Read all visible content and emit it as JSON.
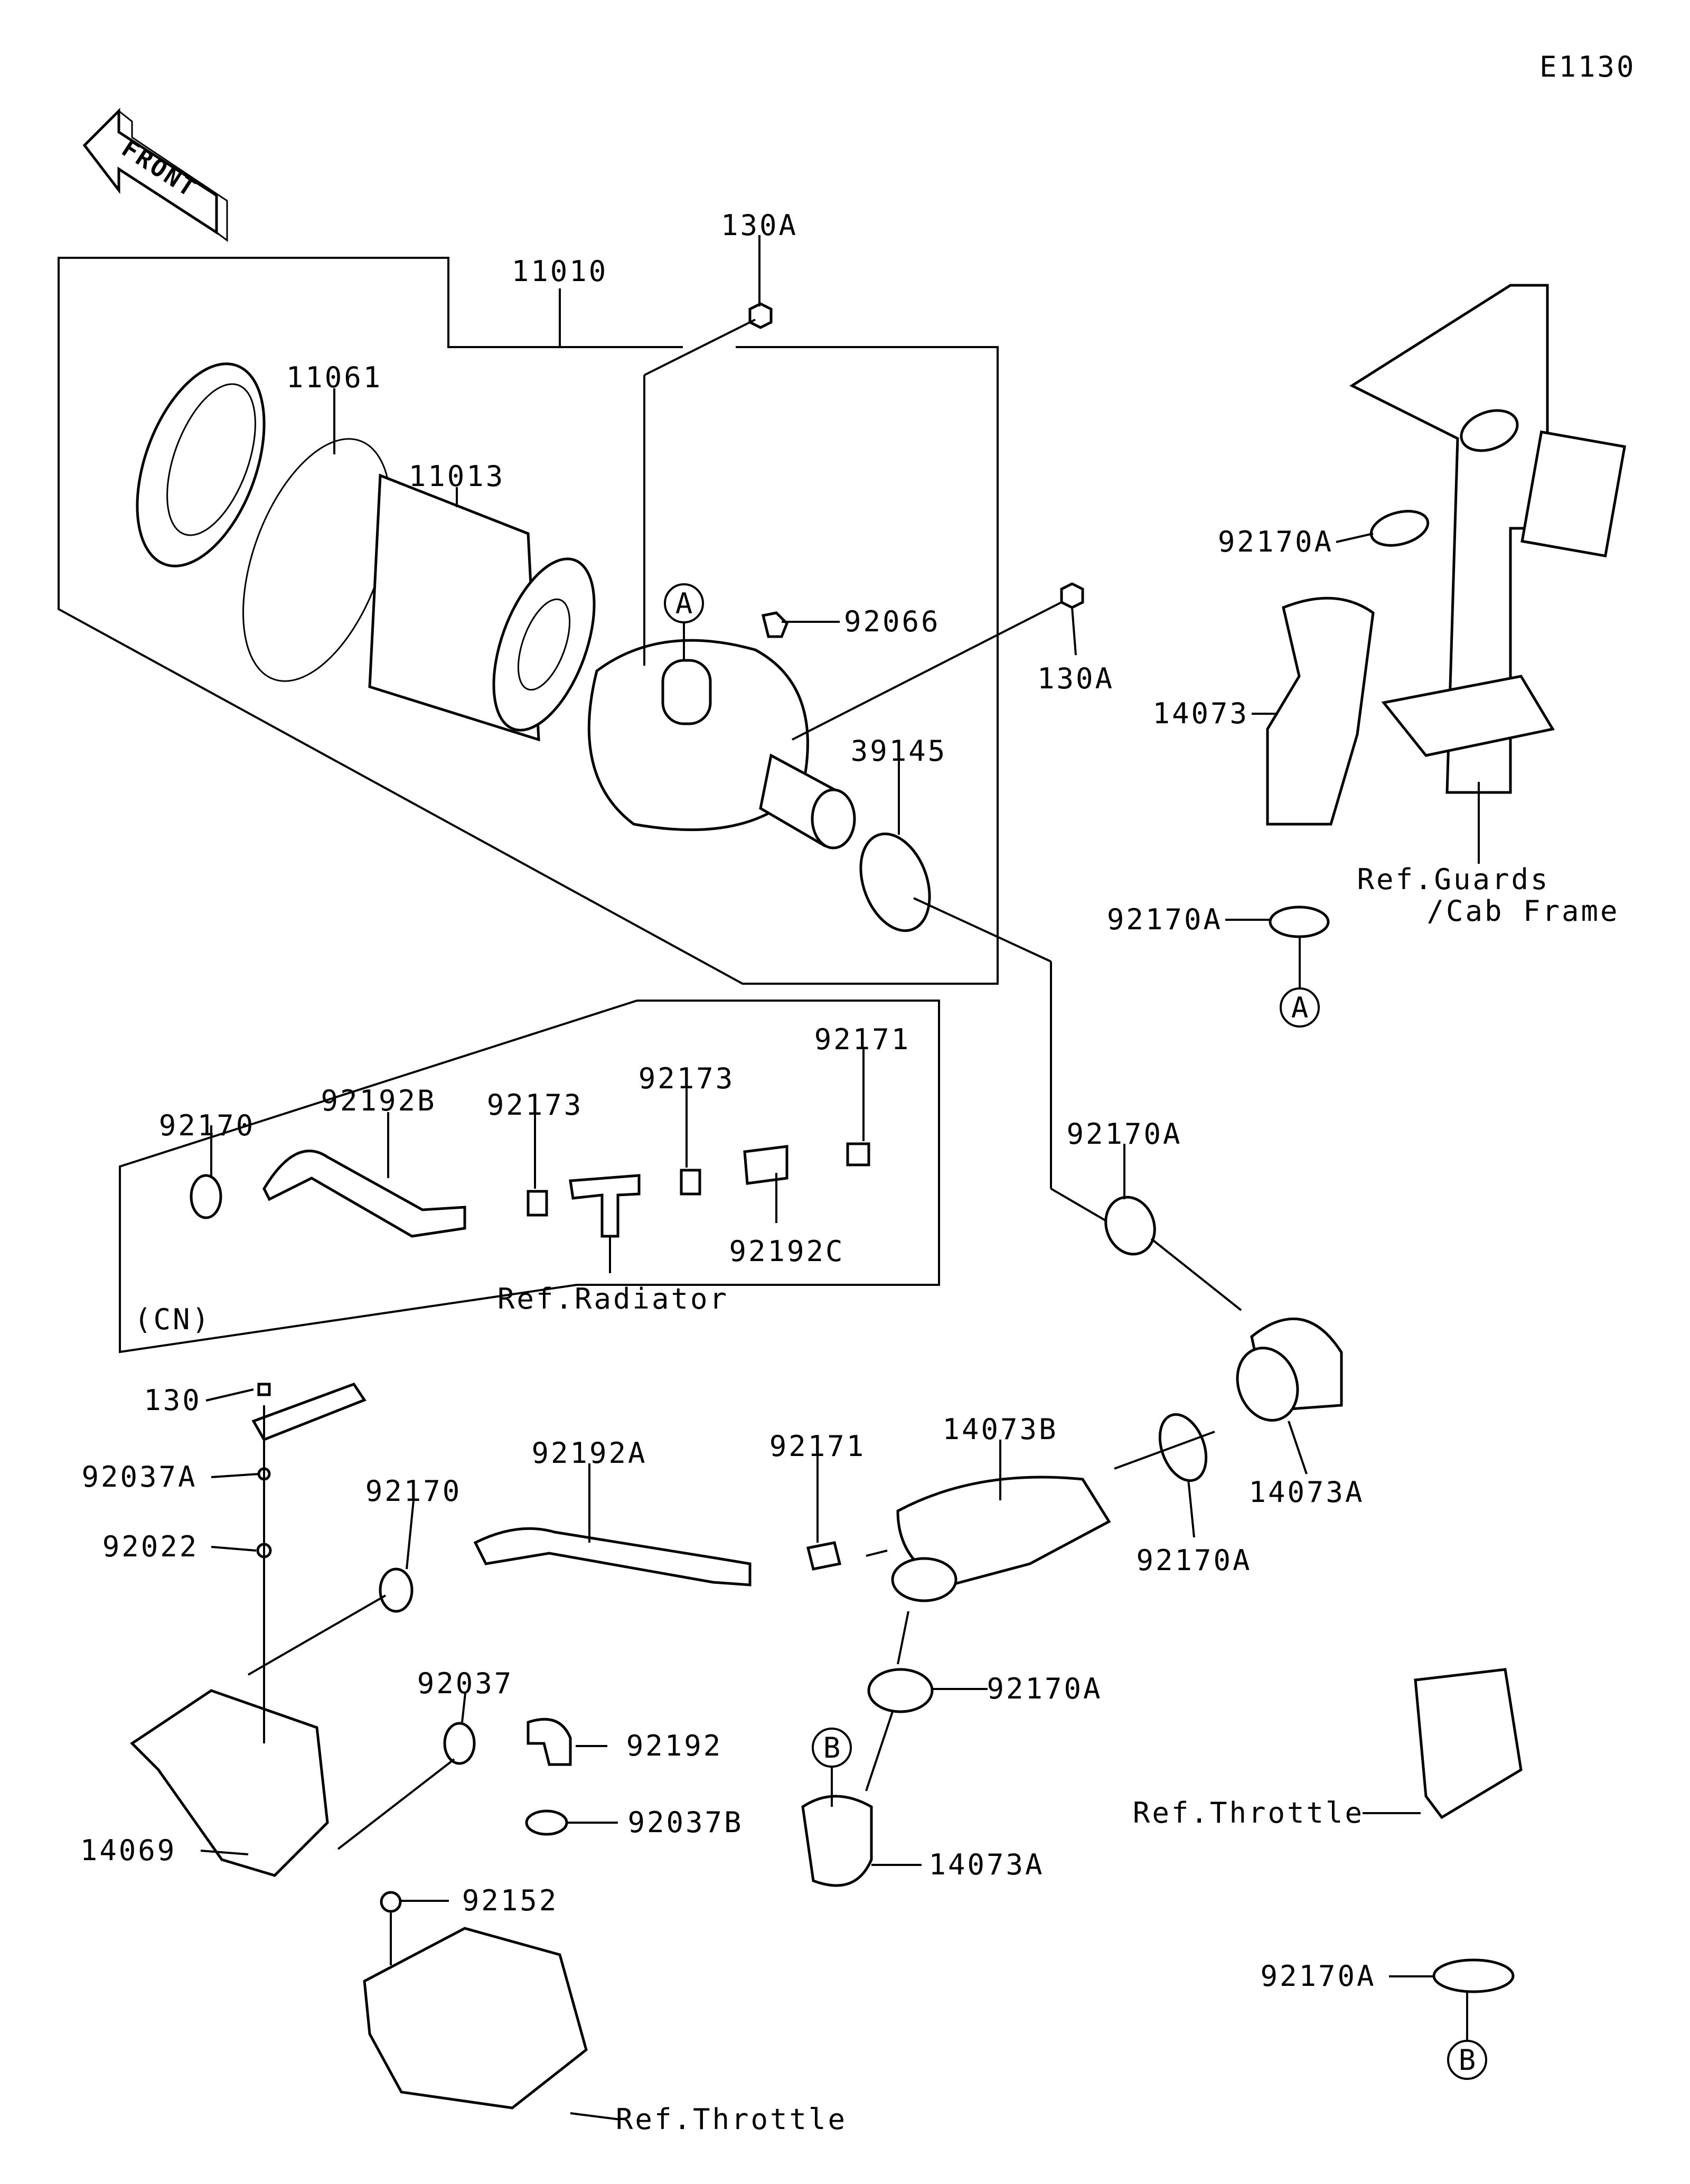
{
  "diagram_code": "E1130",
  "front_arrow": "FRONT",
  "callouts": {
    "a_top": "A",
    "a_bottom": "A",
    "b_left": "B",
    "b_right": "B"
  },
  "labels": [
    "130A",
    "11010",
    "11061",
    "11013",
    "92066",
    "130A",
    "39145",
    "92170A",
    "14073",
    "Ref.Guards",
    "/Cab Frame",
    "92170A",
    "92171",
    "92173",
    "92170",
    "92192B",
    "92173",
    "92192C",
    "Ref.Radiator",
    "(CN)",
    "92170A",
    "130",
    "92037A",
    "92022",
    "92170",
    "92192A",
    "92171",
    "14073B",
    "14073A",
    "92170A",
    "92037",
    "92192",
    "92170A",
    "92037B",
    "14073A",
    "14069",
    "92152",
    "Ref.Throttle",
    "92170A",
    "Ref.Throttle"
  ]
}
